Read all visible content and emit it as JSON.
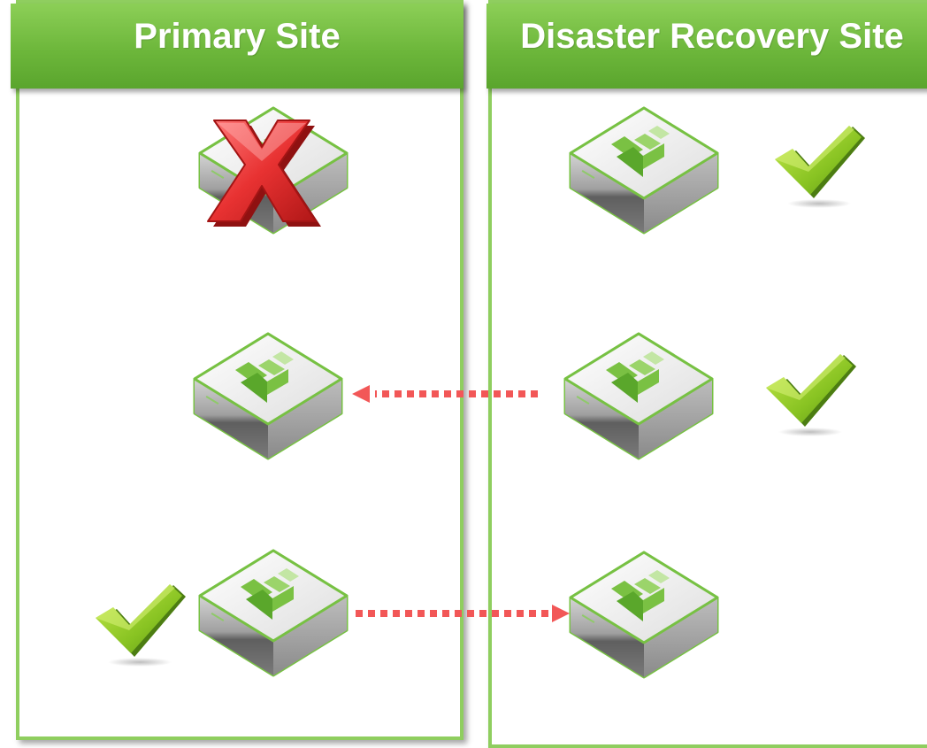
{
  "sites": {
    "primary": {
      "title": "Primary Site"
    },
    "dr": {
      "title": "Disaster Recovery Site"
    }
  },
  "nodes": [
    {
      "id": "primary-1",
      "site": "primary",
      "status": "failed",
      "status_icon": "red-x-icon"
    },
    {
      "id": "primary-2",
      "site": "primary",
      "status": "none"
    },
    {
      "id": "primary-3",
      "site": "primary",
      "status": "ok",
      "status_icon": "checkmark-icon"
    },
    {
      "id": "dr-1",
      "site": "dr",
      "status": "ok",
      "status_icon": "checkmark-icon"
    },
    {
      "id": "dr-2",
      "site": "dr",
      "status": "ok",
      "status_icon": "checkmark-icon"
    },
    {
      "id": "dr-3",
      "site": "dr",
      "status": "none"
    }
  ],
  "links": [
    {
      "from": "dr-2",
      "to": "primary-2",
      "style": "dotted",
      "color": "#f25757"
    },
    {
      "from": "primary-3",
      "to": "dr-3",
      "style": "dotted",
      "color": "#f25757"
    }
  ],
  "colors": {
    "accent": "#6db73b",
    "border": "#8fce5f",
    "arrow": "#f25757",
    "fail": "#d9272e"
  }
}
